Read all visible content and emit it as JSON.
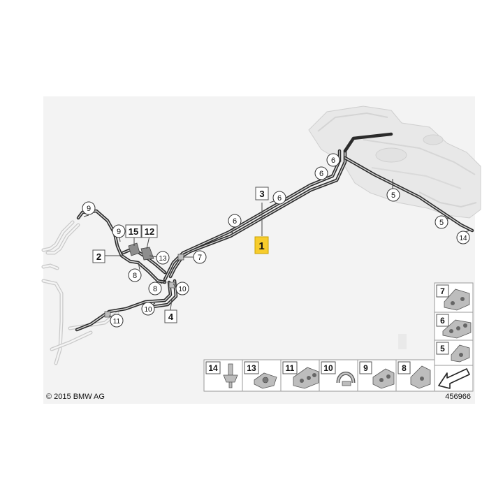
{
  "copyright": "© 2015 BMW AG",
  "diagram_number": "456966",
  "callouts": {
    "c9a": "9",
    "c9b": "9",
    "c15": "15",
    "c12": "12",
    "c2": "2",
    "c13": "13",
    "c8a": "8",
    "c8b": "8",
    "c10a": "10",
    "c10b": "10",
    "c11": "11",
    "c4": "4",
    "c7": "7",
    "c6a": "6",
    "c6b": "6",
    "c6c": "6",
    "c6d": "6",
    "c3": "3",
    "c1": "1",
    "c5a": "5",
    "c5b": "5",
    "c14": "14"
  },
  "legend": {
    "items": [
      {
        "label": "14",
        "icon": "push-rivet-icon"
      },
      {
        "label": "13",
        "icon": "nut-icon"
      },
      {
        "label": "11",
        "icon": "triple-clip-icon"
      },
      {
        "label": "10",
        "icon": "hose-clamp-icon"
      },
      {
        "label": "9",
        "icon": "double-clip-icon"
      },
      {
        "label": "8",
        "icon": "single-clip-icon"
      }
    ],
    "side_items": [
      {
        "label": "7",
        "icon": "pipe-holder-7-icon"
      },
      {
        "label": "6",
        "icon": "pipe-holder-6-icon"
      },
      {
        "label": "5",
        "icon": "pipe-holder-5-icon"
      }
    ],
    "nav_icon": "arrow-icon"
  },
  "colors": {
    "highlight": "#f7cc2c",
    "pipe": "#2b2b2b",
    "tank": "#e6e6e6"
  }
}
